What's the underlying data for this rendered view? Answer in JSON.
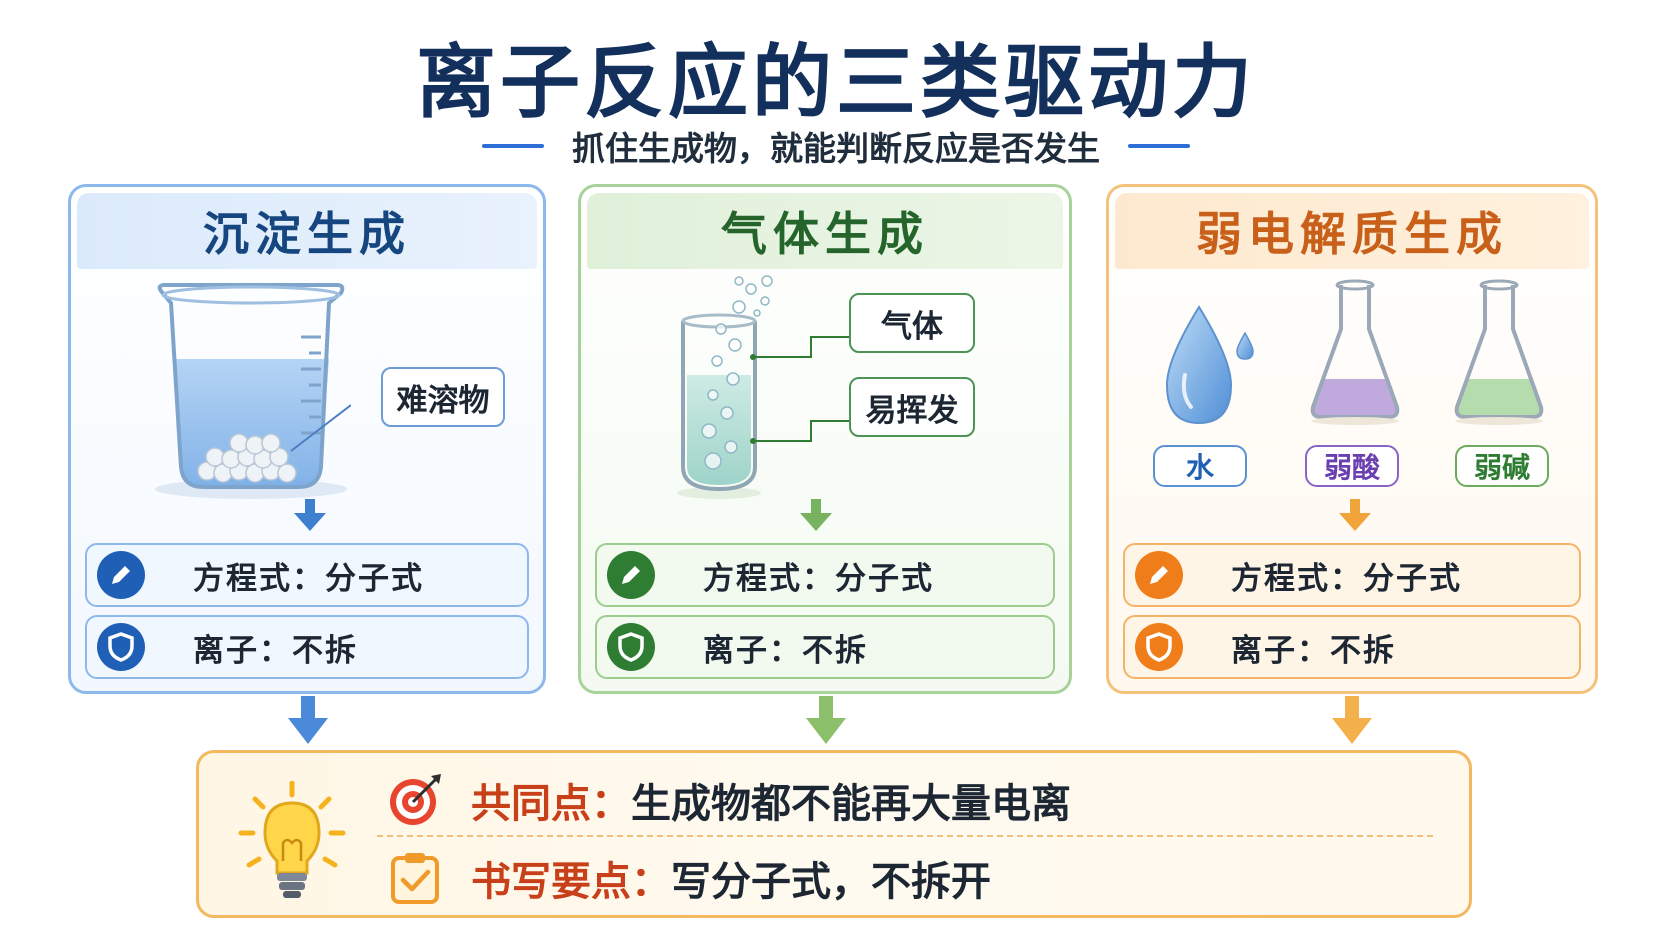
{
  "header": {
    "title": "离子反应的三类驱动力",
    "subtitle": "抓住生成物，就能判断反应是否发生"
  },
  "panels": [
    {
      "title": "沉淀生成",
      "callout": "难溶物",
      "row1": "方程式：分子式",
      "row2": "离子：不拆"
    },
    {
      "title": "气体生成",
      "callouts": [
        "气体",
        "易挥发"
      ],
      "row1": "方程式：分子式",
      "row2": "离子：不拆"
    },
    {
      "title": "弱电解质生成",
      "chips": [
        "水",
        "弱酸",
        "弱碱"
      ],
      "row1": "方程式：分子式",
      "row2": "离子：不拆"
    }
  ],
  "summary": {
    "common_key": "共同点：",
    "common_value": "生成物都不能再大量电离",
    "writing_key": "书写要点：",
    "writing_value": "写分子式，不拆开"
  },
  "colors": {
    "blue": "#1f5fb6",
    "green": "#2e7d32",
    "orange": "#ef7d1a",
    "title": "#13305c",
    "summary_key": "#c8401a"
  }
}
